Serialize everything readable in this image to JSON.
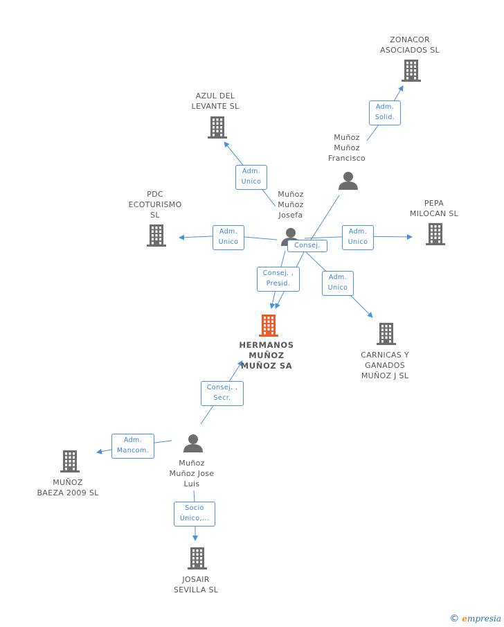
{
  "colors": {
    "line": "#4a8fd9",
    "icon": "#6d6d6d",
    "focus": "#f05a28",
    "label": "#555555"
  },
  "nodes": [
    {
      "id": "hermanos",
      "type": "company",
      "focus": true,
      "lines": [
        "HERMANOS",
        "MUÑOZ",
        "MUÑOZ SA"
      ]
    },
    {
      "id": "zonacor",
      "type": "company",
      "lines": [
        "ZONACOR",
        "ASOCIADOS  SL"
      ]
    },
    {
      "id": "azul",
      "type": "company",
      "lines": [
        "AZUL DEL",
        "LEVANTE SL"
      ]
    },
    {
      "id": "pdc",
      "type": "company",
      "lines": [
        "PDC",
        "ECOTURISMO",
        "SL"
      ]
    },
    {
      "id": "pepa",
      "type": "company",
      "lines": [
        "PEPA",
        "MILOCAN SL"
      ]
    },
    {
      "id": "carnicas",
      "type": "company",
      "lines": [
        "CARNICAS Y",
        "GANADOS",
        "MUÑOZ J SL"
      ]
    },
    {
      "id": "baeza",
      "type": "company",
      "lines": [
        "MUÑOZ",
        "BAEZA 2009 SL"
      ]
    },
    {
      "id": "josair",
      "type": "company",
      "lines": [
        "JOSAIR",
        "SEVILLA  SL"
      ]
    },
    {
      "id": "francisco",
      "type": "person",
      "lines": [
        "Muñoz",
        "Muñoz",
        "Francisco"
      ]
    },
    {
      "id": "josefa",
      "type": "person",
      "lines": [
        "Muñoz",
        "Muñoz",
        "Josefa"
      ]
    },
    {
      "id": "joseluis",
      "type": "person",
      "lines": [
        "Muñoz",
        "Muñoz Jose",
        "Luis"
      ]
    }
  ],
  "relations": [
    {
      "id": "r1",
      "lines": [
        "Adm.",
        "Solid."
      ]
    },
    {
      "id": "r2",
      "lines": [
        "Adm.",
        "Unico"
      ]
    },
    {
      "id": "r3",
      "lines": [
        "Adm.",
        "Unico"
      ]
    },
    {
      "id": "r4",
      "lines": [
        "Adm.",
        "Unico"
      ]
    },
    {
      "id": "r5",
      "lines": [
        "Consej."
      ]
    },
    {
      "id": "r6",
      "lines": [
        "Consej. ,",
        "Presid."
      ]
    },
    {
      "id": "r7",
      "lines": [
        "Adm.",
        "Unico"
      ]
    },
    {
      "id": "r8",
      "lines": [
        "Consej. ,",
        "Secr."
      ]
    },
    {
      "id": "r9",
      "lines": [
        "Adm.",
        "Mancom."
      ]
    },
    {
      "id": "r10",
      "lines": [
        "Socio",
        "Único,..."
      ]
    }
  ],
  "footer": {
    "copyright": "©",
    "brand_initial": "e",
    "brand_rest": "mpresia"
  }
}
